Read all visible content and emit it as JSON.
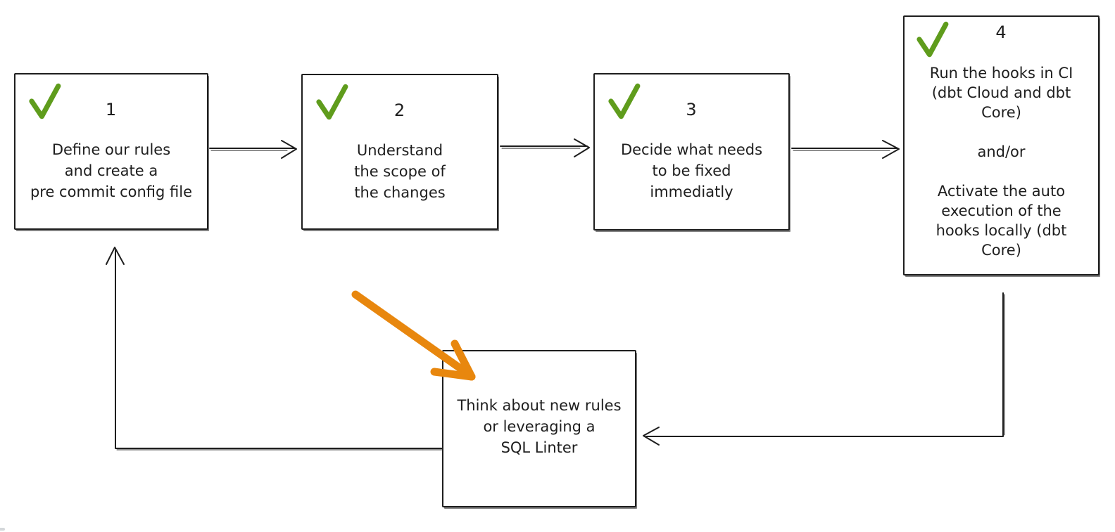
{
  "colors": {
    "ink": "#1e1e1e",
    "check": "#5f9c1c",
    "orange": "#e8870e",
    "bg": "#ffffff"
  },
  "steps": [
    {
      "number": "1",
      "checked": true,
      "lines": [
        "Define our rules",
        "and create a",
        "pre commit config file"
      ]
    },
    {
      "number": "2",
      "checked": true,
      "lines": [
        "Understand",
        "the scope of",
        "the changes"
      ]
    },
    {
      "number": "3",
      "checked": true,
      "lines": [
        "Decide what needs",
        "to be fixed",
        "immediatly"
      ]
    },
    {
      "number": "4",
      "checked": true,
      "lines": [
        "Run the hooks in CI",
        "(dbt Cloud and dbt",
        "Core)",
        "",
        "and/or",
        "",
        "Activate the auto",
        "execution of the",
        "hooks locally (dbt",
        "Core)"
      ]
    }
  ],
  "loop_box": {
    "lines": [
      "Think about new rules",
      "or leveraging a",
      "SQL Linter"
    ]
  },
  "connectors": {
    "black": [
      "arrow-step1-step2",
      "arrow-step2-step3",
      "arrow-step3-step4",
      "arrow-step4-loopbox",
      "arrow-loopbox-step1"
    ],
    "orange": [
      "highlight-arrow-to-loopbox"
    ]
  }
}
